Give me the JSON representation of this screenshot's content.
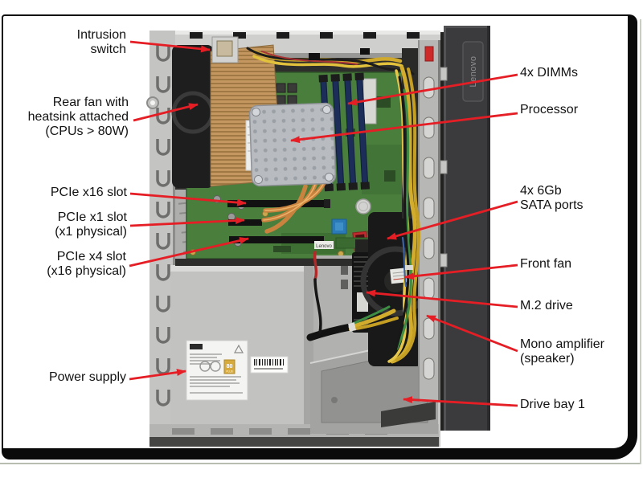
{
  "callouts": {
    "left": [
      {
        "id": "intrusion-switch",
        "lines": [
          "Intrusion",
          "switch"
        ]
      },
      {
        "id": "rear-fan",
        "lines": [
          "Rear fan with",
          "heatsink attached",
          "(CPUs > 80W)"
        ]
      },
      {
        "id": "pcie-x16-slot",
        "lines": [
          "PCIe x16 slot"
        ]
      },
      {
        "id": "pcie-x1-slot",
        "lines": [
          "PCIe x1 slot",
          "(x1 physical)"
        ]
      },
      {
        "id": "pcie-x4-slot",
        "lines": [
          "PCIe x4 slot",
          "(x16 physical)"
        ]
      },
      {
        "id": "power-supply",
        "lines": [
          "Power supply"
        ]
      }
    ],
    "right": [
      {
        "id": "dimms",
        "lines": [
          "4x DIMMs"
        ]
      },
      {
        "id": "processor",
        "lines": [
          "Processor"
        ]
      },
      {
        "id": "sata-ports",
        "lines": [
          "4x 6Gb",
          "SATA ports"
        ]
      },
      {
        "id": "front-fan",
        "lines": [
          "Front fan"
        ]
      },
      {
        "id": "m2-drive",
        "lines": [
          "M.2 drive"
        ]
      },
      {
        "id": "mono-amplifier",
        "lines": [
          "Mono amplifier",
          "(speaker)"
        ]
      },
      {
        "id": "drive-bay-1",
        "lines": [
          "Drive bay 1"
        ]
      }
    ]
  },
  "photo": {
    "side_panel_logo": "Lenovo",
    "motherboard_silkscreen": "Lenovo",
    "psu_badge_number": "80",
    "psu_badge_text": "PLUS"
  },
  "colors": {
    "arrow_red": "#e51e25",
    "pcb_green": "#497e3d",
    "heatsink_copper": "#c9833f",
    "chassis_silver": "#c6c6c4",
    "side_panel_gray": "#3b3b3d",
    "dimm_navy": "#1b2d58",
    "sata_red": "#c12b30",
    "cable_yellow": "#d2ad2d"
  }
}
